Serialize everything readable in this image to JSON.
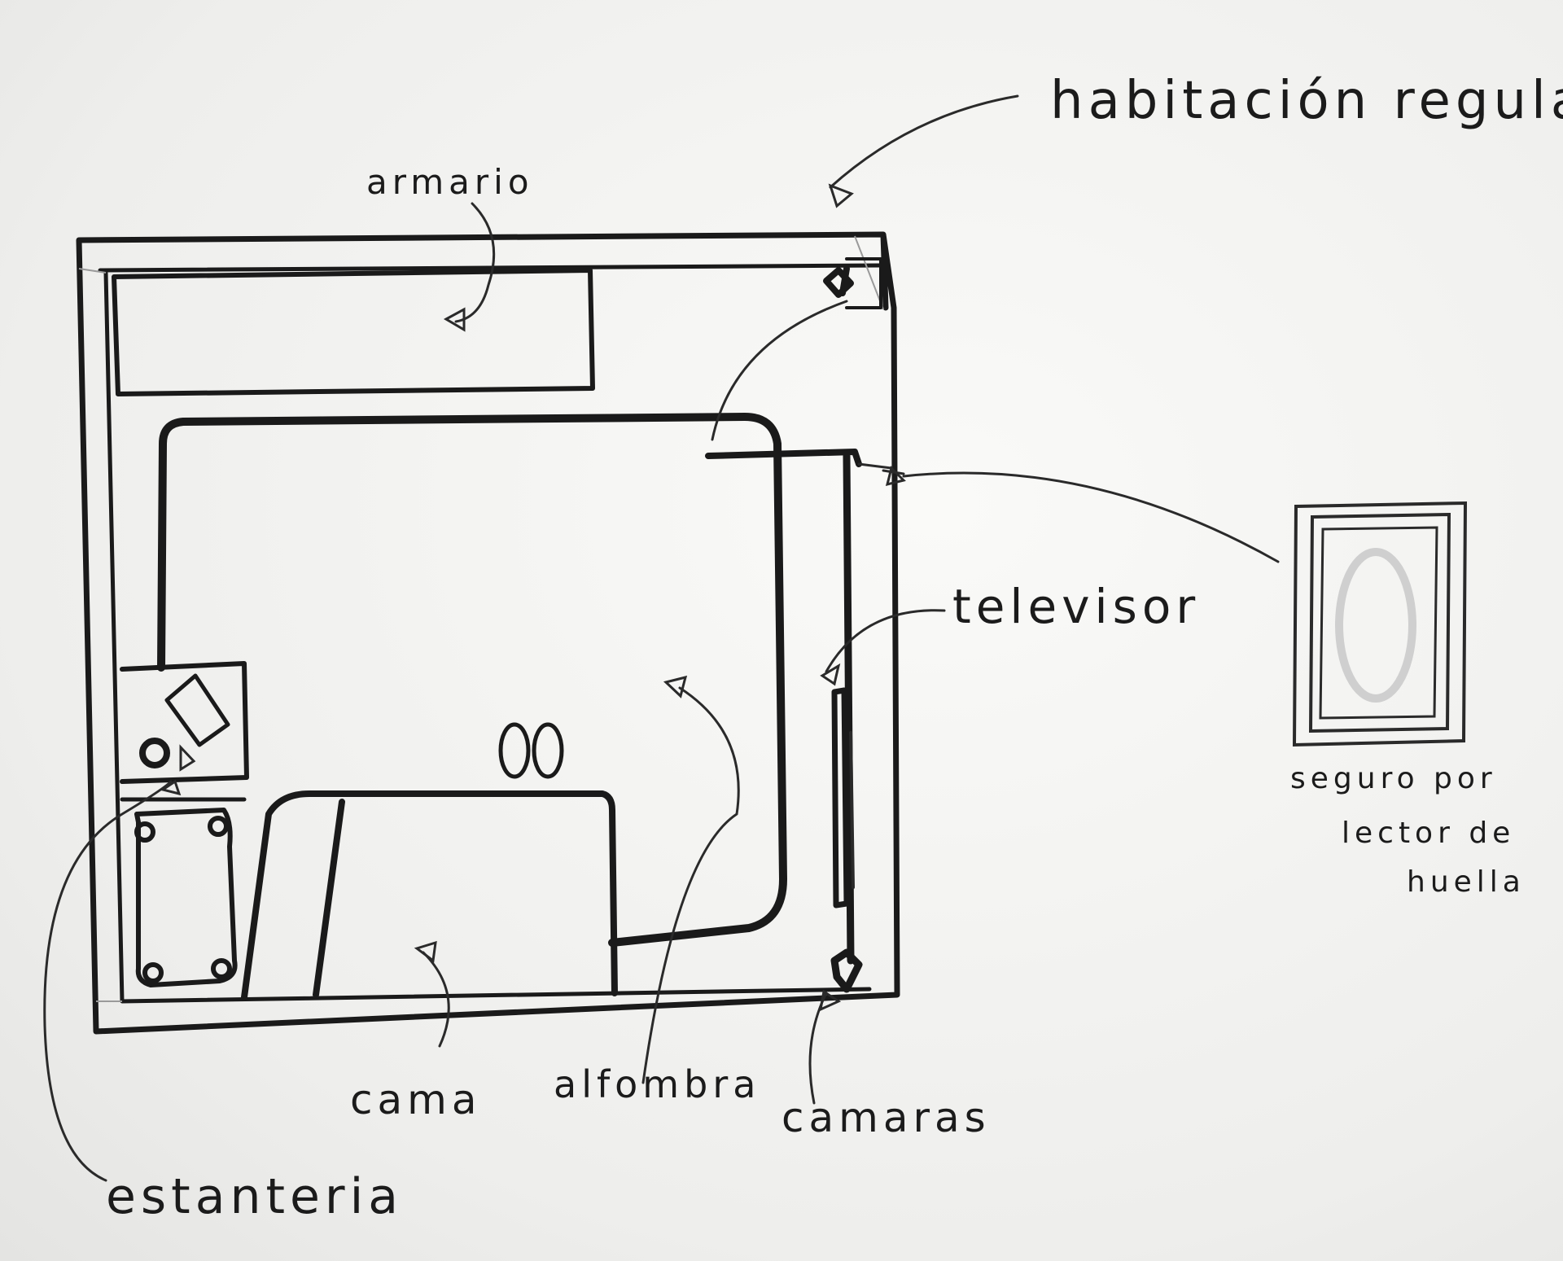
{
  "labels": {
    "room": "habitación regular",
    "wardrobe": "armario",
    "tv": "televisor",
    "rug": "alfombra",
    "bed": "cama",
    "shelf": "estanteria",
    "cameras": "camaras",
    "lock_line1": "seguro por",
    "lock_line2": "lector de",
    "lock_line3": "huella"
  },
  "colors": {
    "ink": "#1a1a1a",
    "paper": "#f2f2f0",
    "pencil": "#9a9a9a"
  }
}
